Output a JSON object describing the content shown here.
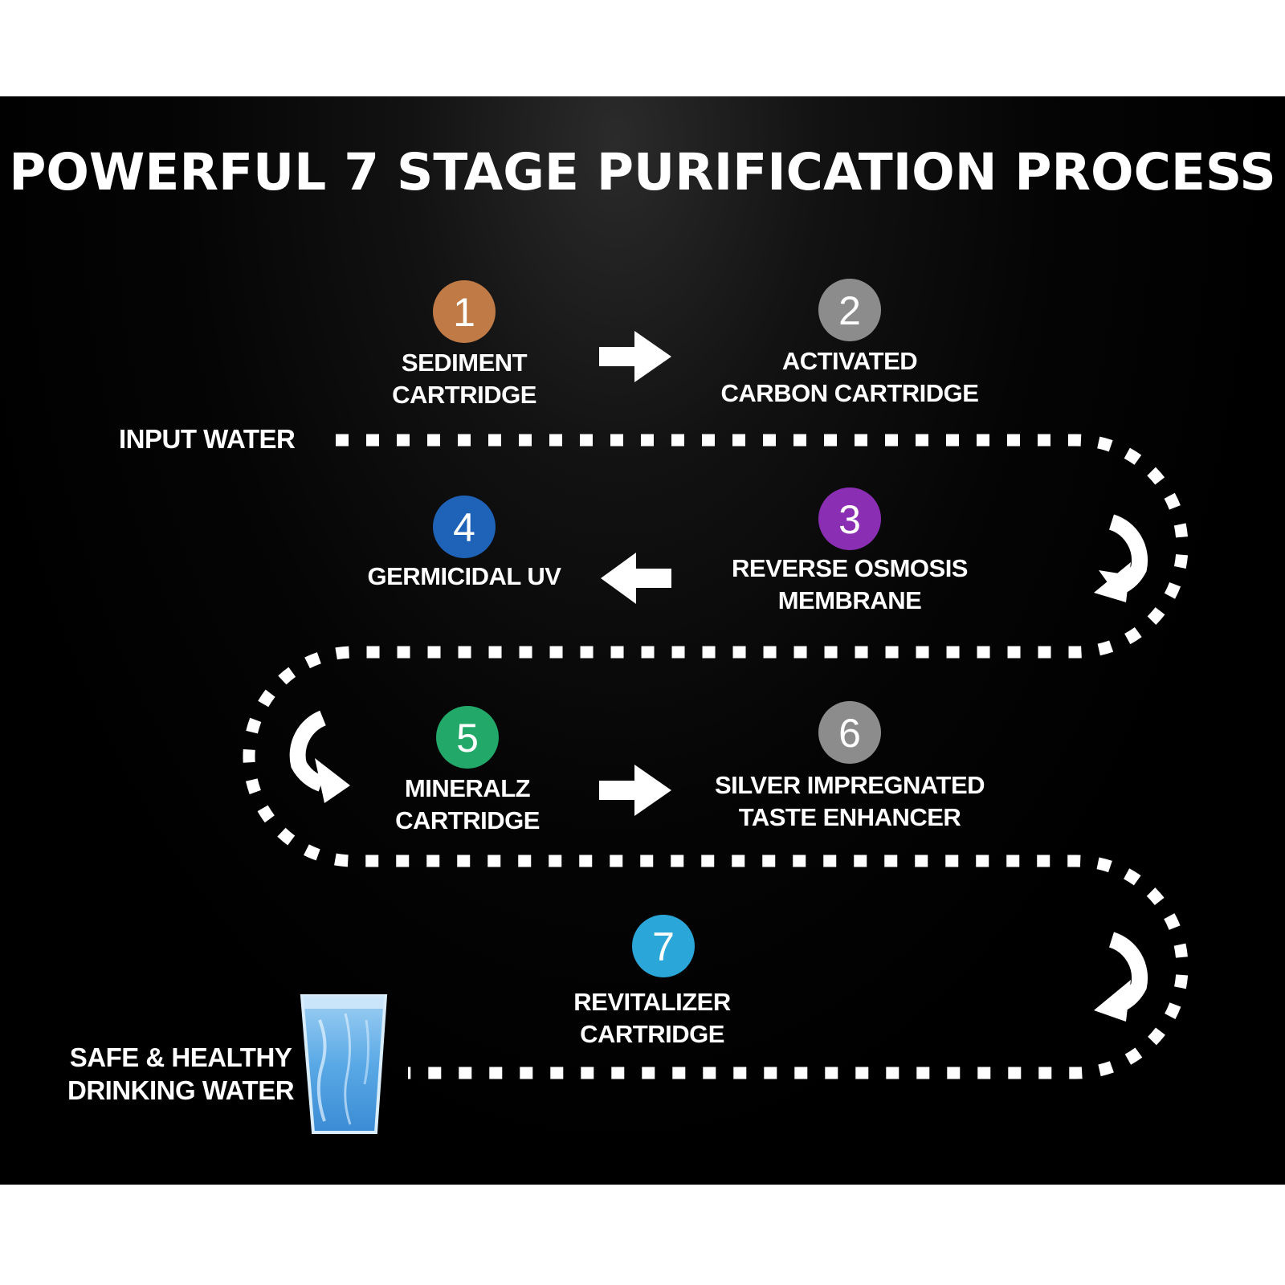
{
  "title": "POWERFUL 7 STAGE PURIFICATION PROCESS",
  "input_label": "INPUT WATER",
  "output_label": "SAFE & HEALTHY\nDRINKING WATER",
  "stages": [
    {
      "number": "1",
      "label": "SEDIMENT\nCARTRIDGE",
      "color": "#c07a45"
    },
    {
      "number": "2",
      "label": "ACTIVATED\nCARBON CARTRIDGE",
      "color": "#8c8c8c"
    },
    {
      "number": "3",
      "label": "REVERSE OSMOSIS\nMEMBRANE",
      "color": "#8a2fb3"
    },
    {
      "number": "4",
      "label": "GERMICIDAL UV",
      "color": "#1f63b8"
    },
    {
      "number": "5",
      "label": "MINERALZ\nCARTRIDGE",
      "color": "#22a868"
    },
    {
      "number": "6",
      "label": "SILVER IMPREGNATED\nTASTE ENHANCER",
      "color": "#8c8c8c"
    },
    {
      "number": "7",
      "label": "REVITALIZER\nCARTRIDGE",
      "color": "#2ba6d8"
    }
  ],
  "icons": {
    "arrow_right": "arrow-right-icon",
    "arrow_left": "arrow-left-icon",
    "curve_arrow": "curved-arrow-icon",
    "glass": "water-glass-icon"
  }
}
